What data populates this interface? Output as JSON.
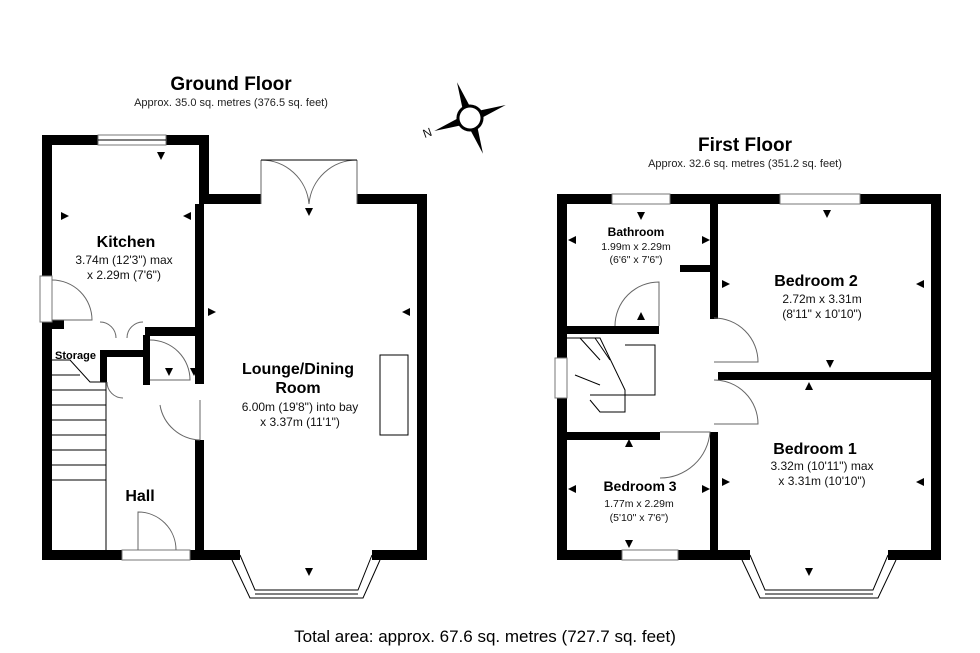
{
  "ground_floor": {
    "title": "Ground Floor",
    "area": "Approx. 35.0 sq. metres (376.5 sq. feet)",
    "rooms": {
      "kitchen": {
        "name": "Kitchen",
        "dim1": "3.74m (12'3\") max",
        "dim2": "x 2.29m (7'6\")"
      },
      "storage": {
        "name": "Storage"
      },
      "lounge": {
        "name1": "Lounge/Dining",
        "name2": "Room",
        "dim1": "6.00m (19'8\") into bay",
        "dim2": "x 3.37m (11'1\")"
      },
      "hall": {
        "name": "Hall"
      }
    }
  },
  "first_floor": {
    "title": "First Floor",
    "area": "Approx. 32.6 sq. metres (351.2 sq. feet)",
    "rooms": {
      "bathroom": {
        "name": "Bathroom",
        "dim1": "1.99m x 2.29m",
        "dim2": "(6'6\" x 7'6\")"
      },
      "bedroom2": {
        "name": "Bedroom 2",
        "dim1": "2.72m x 3.31m",
        "dim2": "(8'11\" x 10'10\")"
      },
      "bedroom1": {
        "name": "Bedroom 1",
        "dim1": "3.32m (10'11\") max",
        "dim2": "x 3.31m (10'10\")"
      },
      "bedroom3": {
        "name": "Bedroom 3",
        "dim1": "1.77m x 2.29m",
        "dim2": "(5'10\" x 7'6\")"
      }
    }
  },
  "compass": {
    "label": "N"
  },
  "total_area": "Total area: approx. 67.6 sq. metres (727.7 sq. feet)"
}
